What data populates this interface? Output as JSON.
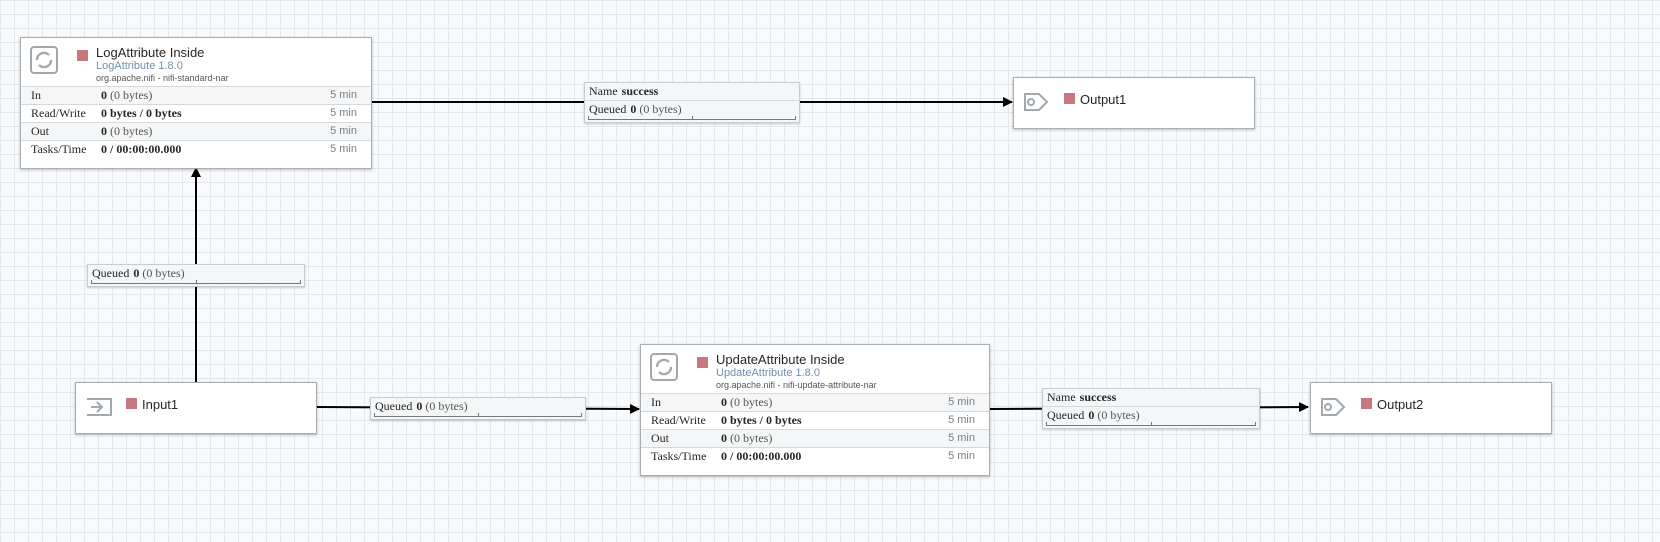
{
  "processors": [
    {
      "name": "LogAttribute Inside",
      "version": "LogAttribute 1.8.0",
      "bundle": "org.apache.nifi - nifi-standard-nar",
      "icon": "processor-icon",
      "stats": [
        {
          "label": "In",
          "value": "0",
          "sub": "(0 bytes)",
          "period": "5 min"
        },
        {
          "label": "Read/Write",
          "value": "0 bytes / 0 bytes",
          "sub": "",
          "period": "5 min"
        },
        {
          "label": "Out",
          "value": "0",
          "sub": "(0 bytes)",
          "period": "5 min"
        },
        {
          "label": "Tasks/Time",
          "value": "0 / 00:00:00.000",
          "sub": "",
          "period": "5 min"
        }
      ]
    },
    {
      "name": "UpdateAttribute Inside",
      "version": "UpdateAttribute 1.8.0",
      "bundle": "org.apache.nifi - nifi-update-attribute-nar",
      "icon": "processor-icon",
      "stats": [
        {
          "label": "In",
          "value": "0",
          "sub": "(0 bytes)",
          "period": "5 min"
        },
        {
          "label": "Read/Write",
          "value": "0 bytes / 0 bytes",
          "sub": "",
          "period": "5 min"
        },
        {
          "label": "Out",
          "value": "0",
          "sub": "(0 bytes)",
          "period": "5 min"
        },
        {
          "label": "Tasks/Time",
          "value": "0 / 00:00:00.000",
          "sub": "",
          "period": "5 min"
        }
      ]
    }
  ],
  "ports": {
    "input1": {
      "name": "Input1",
      "type": "input",
      "icon": "input-port-icon"
    },
    "output1": {
      "name": "Output1",
      "type": "output",
      "icon": "output-port-icon"
    },
    "output2": {
      "name": "Output2",
      "type": "output",
      "icon": "output-port-icon"
    }
  },
  "connections": [
    {
      "id": "c1",
      "name_label": "Name",
      "name": "success",
      "queued_label": "Queued",
      "queued_count": "0",
      "queued_size": "(0 bytes)"
    },
    {
      "id": "c2",
      "queued_label": "Queued",
      "queued_count": "0",
      "queued_size": "(0 bytes)"
    },
    {
      "id": "c3",
      "queued_label": "Queued",
      "queued_count": "0",
      "queued_size": "(0 bytes)"
    },
    {
      "id": "c4",
      "name_label": "Name",
      "name": "success",
      "queued_label": "Queued",
      "queued_count": "0",
      "queued_size": "(0 bytes)"
    }
  ],
  "colors": {
    "stopped": "#c7777d",
    "grid": "#e4e8ec",
    "version_text": "#6e8fb0"
  }
}
